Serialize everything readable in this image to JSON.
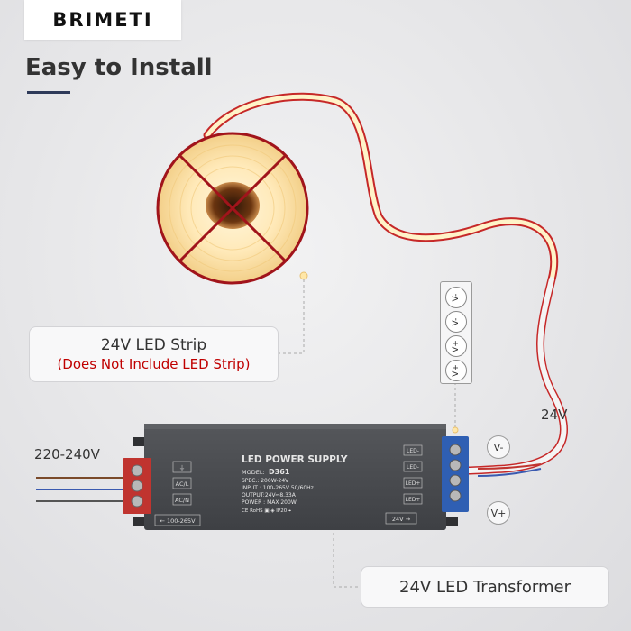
{
  "brand": {
    "logo": "BRIMETI"
  },
  "title": "Easy to Install",
  "strip_callout": {
    "line1": "24V LED Strip",
    "line2": "(Does Not Include LED Strip)"
  },
  "transformer_callout": {
    "line1": "24V LED Transformer"
  },
  "labels": {
    "ac_input": "220-240V",
    "dc_output": "24V"
  },
  "output_tags": {
    "vminus": "V-",
    "vplus": "V+"
  },
  "pin_legend": [
    "V-",
    "V-",
    "V+",
    "V+"
  ],
  "power_supply": {
    "heading": "LED POWER SUPPLY",
    "model_label": "MODEL:",
    "model": "D361",
    "spec": "SPEC.: 200W-24V",
    "input": "INPUT : 100-265V 50/60Hz",
    "output": "OUTPUT:24V⎓8.33A",
    "power": "POWER : MAX 200W",
    "certs": "CE RoHS   ▣   ◈   IP20   ⌖",
    "left_terminals": [
      "⏚",
      "AC/L",
      "AC/N"
    ],
    "right_terminals": [
      "LED-",
      "LED-",
      "LED+",
      "LED+"
    ],
    "input_arrow": "← 100-265V",
    "output_arrow": "24V →"
  },
  "colors": {
    "strip_red": "#c62828",
    "terminal_blue": "#2f5fb3",
    "terminal_red": "#c0342f",
    "psu_body": "#4a4c50",
    "warn_text": "#c00000"
  }
}
